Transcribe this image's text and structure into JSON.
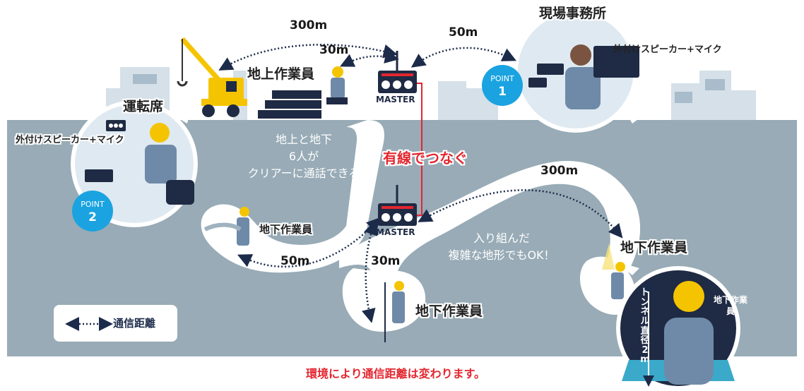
{
  "labels": {
    "office": "現場事務所",
    "ground_worker": "地上作業員",
    "operator_seat": "運転席",
    "underground_worker_left": "地下作業員",
    "underground_worker_mid": "地下作業員",
    "underground_worker_right": "地下作業員",
    "underground_worker_tunnel": "地下作業員",
    "external_speaker_right": "外付けスピーカー+マイク",
    "external_speaker_left": "外付けスピーカー+マイク",
    "master_top": "MASTER",
    "master_bottom": "MASTER",
    "tunnel_diameter": "トンネル直径2m"
  },
  "distances": {
    "top_300": "300m",
    "top_30": "30m",
    "top_50": "50m",
    "right_300": "300m",
    "left_50": "50m",
    "mid_30": "30m"
  },
  "messages": {
    "six_people_line1": "地上と地下",
    "six_people_line2": "6人が",
    "six_people_line3": "クリアーに通話できる",
    "wired": "有線でつなぐ",
    "complex_line1": "入り組んだ",
    "complex_line2": "複雑な地形でもOK！",
    "footer": "環境により通信距離は変わります。"
  },
  "points": [
    {
      "label": "POINT",
      "number": "1"
    },
    {
      "label": "POINT",
      "number": "2"
    }
  ],
  "legend": {
    "label": "通信距離"
  },
  "colors": {
    "ground": "#98abb6",
    "tunnel": "#ffffff",
    "accent_blue": "#1aa3e0",
    "wire_red": "#e3262f",
    "crane_yellow": "#f5c400"
  }
}
